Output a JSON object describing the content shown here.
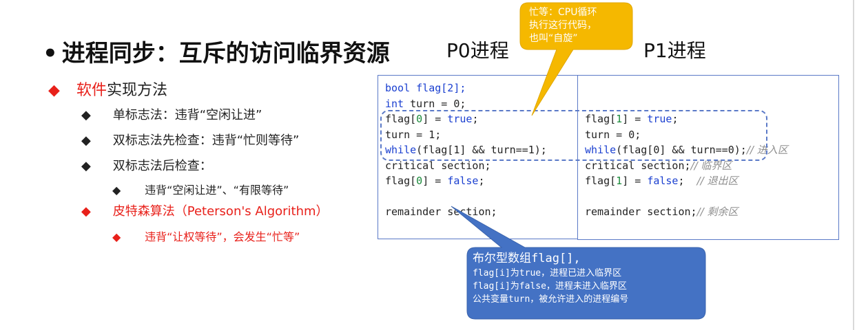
{
  "slide": {
    "title_bullet": "•",
    "title": "进程同步：互斥的访问临界资源",
    "p0_label": "P0进程",
    "p1_label": "P1进程"
  },
  "bullets": {
    "marker": "◆",
    "l1": {
      "prefix": "软件",
      "rest": "实现方法"
    },
    "items": [
      "单标志法：违背“空闲让进”",
      "双标志法先检查：违背“忙则等待”",
      "双标志法后检查："
    ],
    "sub_item": "违背“空闲让进”、“有限等待”",
    "peterson": "皮特森算法（Peterson's Algorithm）",
    "peterson_sub": "违背“让权等待”，会发生“忙等”"
  },
  "code": {
    "p0": {
      "decl1": "bool flag[2];",
      "decl2_kw": "int",
      "decl2_rest": " turn = 0;",
      "line1_a": "flag[",
      "line1_idx": "0",
      "line1_b": "] = ",
      "line1_val": "true",
      "line1_c": ";",
      "line2": "turn = 1;",
      "line3_kw": "while",
      "line3_a": "(flag[1] && turn==1);",
      "line4": "critical section;",
      "line5_a": "flag[",
      "line5_idx": "0",
      "line5_b": "] = ",
      "line5_val": "false",
      "line5_c": ";",
      "line6": "remainder section;"
    },
    "p1": {
      "line1_a": "flag[",
      "line1_idx": "1",
      "line1_b": "] = ",
      "line1_val": "true",
      "line1_c": ";",
      "line2": "turn = 0;",
      "line3_kw": "while",
      "line3_a": "(flag[0] && turn==0);",
      "line3_cm": "// 进入区",
      "line4": "critical section;",
      "line4_cm": "// 临界区",
      "line5_a": "flag[",
      "line5_idx": "1",
      "line5_b": "] = ",
      "line5_val": "false",
      "line5_c": ";",
      "line5_cm": "// 退出区",
      "line6": "remainder section;",
      "line6_cm": "// 剩余区"
    }
  },
  "callout_orange": {
    "lines": [
      "忙等：CPU循环",
      "执行这行代码，",
      "也叫“自旋”"
    ],
    "color": "#f5b800"
  },
  "callout_blue": {
    "lines": [
      "布尔型数组flag[],",
      "flag[i]为true，进程已进入临界区",
      "flag[i]为false，进程未进入临界区",
      "公共变量turn，被允许进入的进程编号"
    ],
    "color": "#4472c4"
  }
}
